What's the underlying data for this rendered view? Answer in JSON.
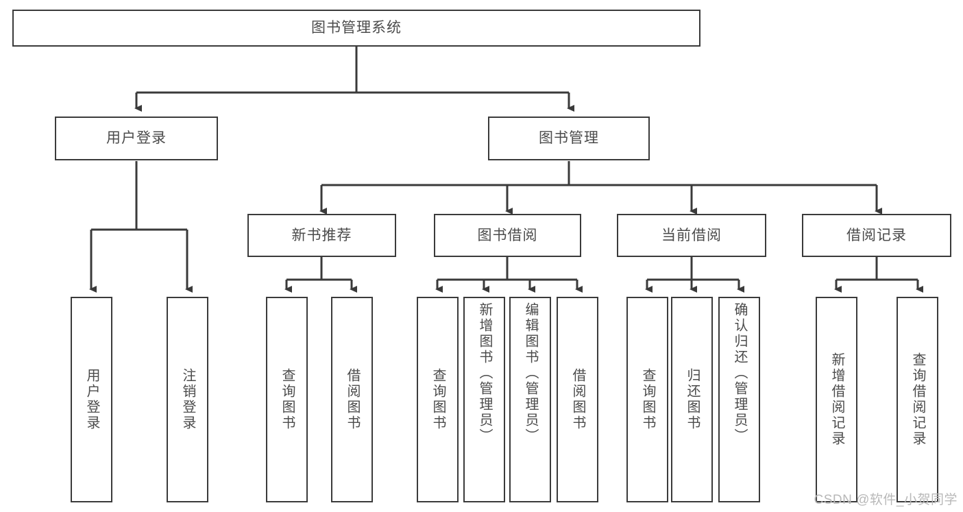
{
  "diagram": {
    "title": "图书管理系统",
    "type": "tree-hierarchy",
    "watermark": "CSDN @软件_小贺同学",
    "colors": {
      "stroke": "#3a3a3a",
      "text": "#4b4b4b",
      "background": "#ffffff",
      "watermark": "#b8b8b8"
    },
    "root": {
      "label": "图书管理系统"
    },
    "level1": [
      {
        "label": "用户登录"
      },
      {
        "label": "图书管理"
      }
    ],
    "level2": [
      {
        "label": "新书推荐"
      },
      {
        "label": "图书借阅"
      },
      {
        "label": "当前借阅"
      },
      {
        "label": "借阅记录"
      }
    ],
    "leaves": {
      "user_login": [
        {
          "label": "用户登录"
        },
        {
          "label": "注销登录"
        }
      ],
      "new_book_recommend": [
        {
          "label": "查询图书"
        },
        {
          "label": "借阅图书"
        }
      ],
      "book_borrow": [
        {
          "label": "查询图书"
        },
        {
          "label": "新增图书（管理员）"
        },
        {
          "label": "编辑图书（管理员）"
        },
        {
          "label": "借阅图书"
        }
      ],
      "current_borrow": [
        {
          "label": "查询图书"
        },
        {
          "label": "归还图书"
        },
        {
          "label": "确认归还（管理员）"
        }
      ],
      "borrow_record": [
        {
          "label": "新增借阅记录"
        },
        {
          "label": "查询借阅记录"
        }
      ]
    }
  }
}
